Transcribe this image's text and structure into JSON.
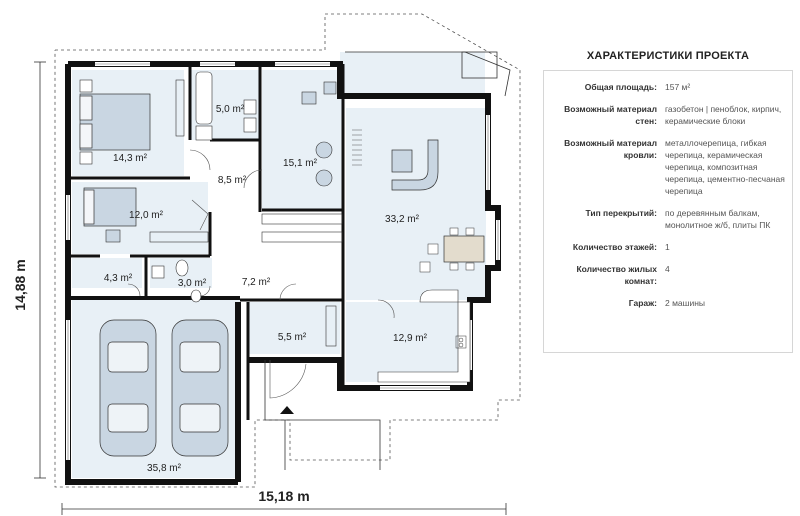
{
  "plan": {
    "rooms": [
      {
        "id": "bedroom1",
        "label": "14,3 m²"
      },
      {
        "id": "bathroom",
        "label": "5,0 m²"
      },
      {
        "id": "bedroom2",
        "label": "15,1 m²"
      },
      {
        "id": "hall",
        "label": "8,5 m²"
      },
      {
        "id": "bedroom3",
        "label": "12,0 m²"
      },
      {
        "id": "living",
        "label": "33,2 m²"
      },
      {
        "id": "utility",
        "label": "4,3 m²"
      },
      {
        "id": "wc",
        "label": "3,0 m²"
      },
      {
        "id": "corridor",
        "label": "7,2 m²"
      },
      {
        "id": "entry",
        "label": "5,5 m²"
      },
      {
        "id": "kitchen",
        "label": "12,9 m²"
      },
      {
        "id": "garage",
        "label": "35,8 m²"
      }
    ],
    "dimensions": {
      "height": "14,88 m",
      "width": "15,18 m"
    }
  },
  "specs": {
    "title": "ХАРАКТЕРИСТИКИ ПРОЕКТА",
    "rows": [
      {
        "key": "Общая площадь:",
        "value": "157 м²"
      },
      {
        "key": "Возможный материал стен:",
        "value": "газобетон | пеноблок, кирпич, керамические блоки"
      },
      {
        "key": "Возможный материал кровли:",
        "value": "металлочерепица, гибкая черепица, керамическая черепица, композитная черепица, цементно-песчаная черепица"
      },
      {
        "key": "Тип перекрытий:",
        "value": "по деревянным балкам, монолитное ж/б, плиты ПК"
      },
      {
        "key": "Количество этажей:",
        "value": "1"
      },
      {
        "key": "Количество жилых комнат:",
        "value": "4"
      },
      {
        "key": "Гараж:",
        "value": "2 машины"
      }
    ]
  }
}
